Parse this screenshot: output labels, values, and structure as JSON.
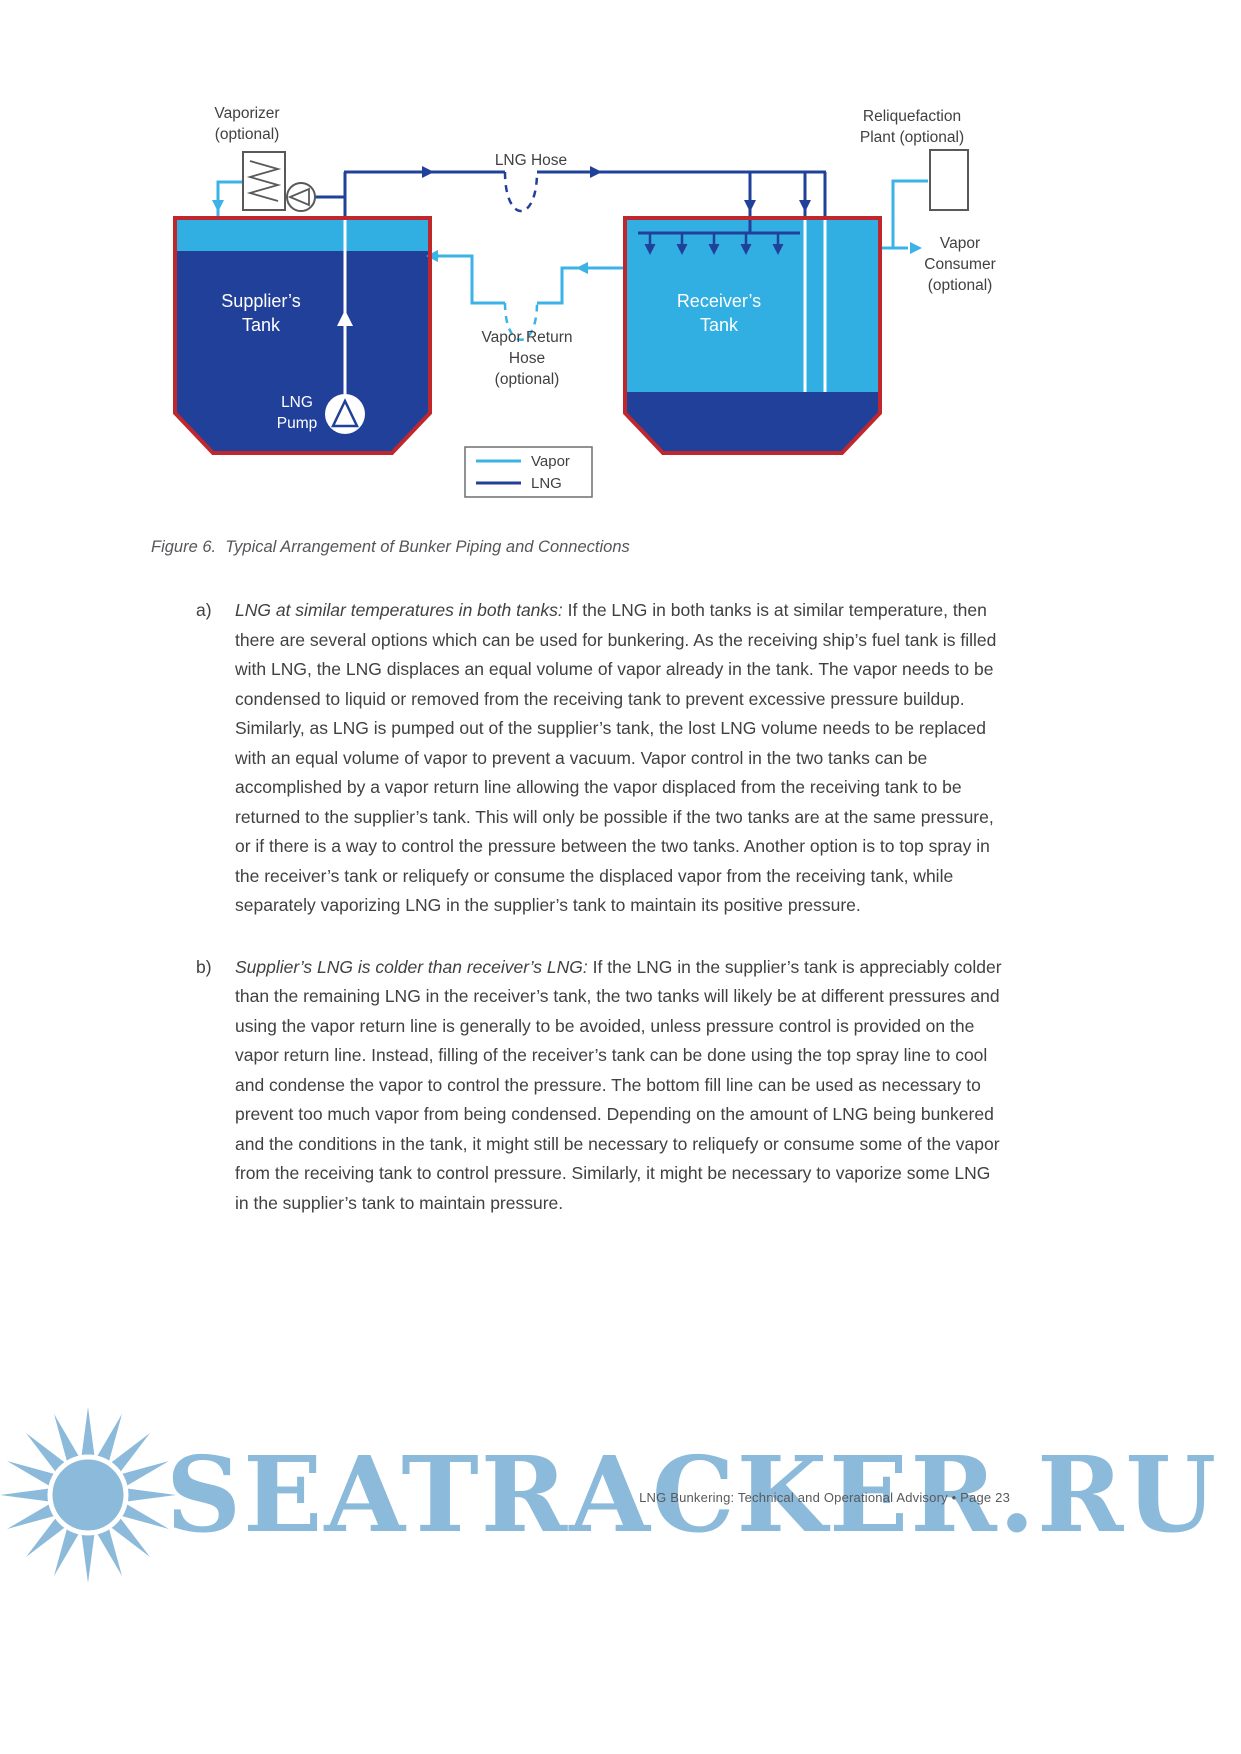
{
  "diagram": {
    "labels": {
      "vaporizer": "Vaporizer\n(optional)",
      "reliquefaction": "Reliquefaction\nPlant (optional)",
      "lng_hose": "LNG Hose",
      "vapor_return": "Vapor Return\nHose\n(optional)",
      "vapor_consumer": "Vapor\nConsumer\n(optional)",
      "supplier_tank": "Supplier’s\nTank",
      "receiver_tank": "Receiver’s\nTank",
      "lng_pump": "LNG\nPump"
    },
    "legend": {
      "vapor": "Vapor",
      "lng": "LNG"
    },
    "colors": {
      "vapor": "#3BB3E6",
      "lng": "#21409A",
      "tank_border": "#C0272D",
      "tank_dark": "#21409A",
      "tank_light": "#31AEE2"
    }
  },
  "caption": {
    "text": "Figure 6.  Typical Arrangement of Bunker Piping and Connections"
  },
  "body": {
    "items": [
      {
        "marker": "a)",
        "lead": "LNG at similar temperatures in both tanks:",
        "text": "If the LNG in both tanks is at similar temperature, then there are several options which can be used for bunkering. As the receiving ship’s fuel tank is filled with LNG, the LNG displaces an equal volume of vapor already in the tank. The vapor needs to be condensed to liquid or removed from the receiving tank to prevent excessive pressure buildup. Similarly, as LNG is pumped out of the supplier’s tank, the lost LNG volume needs to be replaced with an equal volume of vapor to prevent a vacuum. Vapor control in the two tanks can be accomplished by a vapor return line allowing the vapor displaced from the receiving tank to be returned to the supplier’s tank. This will only be possible if the two tanks are at the same pressure, or if there is a way to control the pressure between the two tanks. Another option is to top spray in the receiver’s tank or reliquefy or consume the displaced vapor from the receiving tank, while separately vaporizing LNG in the supplier’s tank to maintain its positive pressure."
      },
      {
        "marker": "b)",
        "lead": "Supplier’s LNG is colder than receiver’s LNG:",
        "text": "If the LNG in the supplier’s tank is appreciably colder than the remaining LNG in the receiver’s tank, the two tanks will likely be at different pressures and using the vapor return line is generally to be avoided, unless pressure control is provided on the vapor return line. Instead, filling of the receiver’s tank can be done using the top spray line to cool and condense the vapor to control the pressure. The bottom fill line can be used as necessary to prevent too much vapor from being condensed. Depending on the amount of LNG being bunkered and the conditions in the tank, it might still be necessary to reliquefy or consume some of the vapor from the receiving tank to control pressure. Similarly, it might be necessary to vaporize some LNG in the supplier’s tank to maintain pressure."
      }
    ]
  },
  "footer": {
    "text": "LNG Bunkering: Technical and Operational Advisory  •  Page 23"
  },
  "watermark": {
    "text": "SEATRACKER.RU",
    "color": "#8CBADB"
  }
}
